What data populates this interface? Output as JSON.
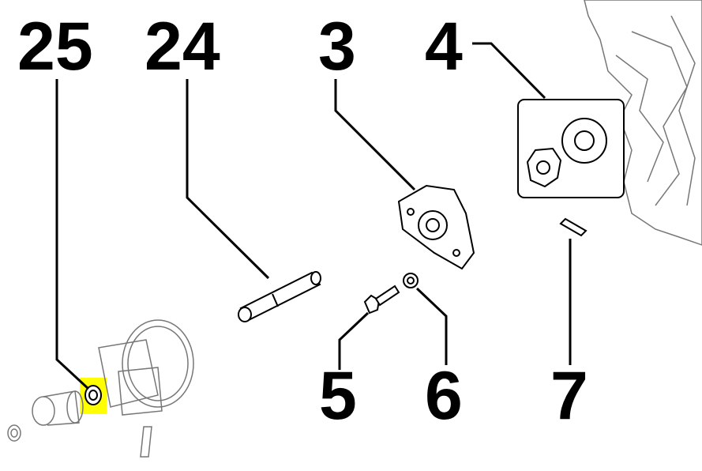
{
  "diagram": {
    "labels": {
      "p25": "25",
      "p24": "24",
      "p3": "3",
      "p4": "4",
      "p5": "5",
      "p6": "6",
      "p7": "7"
    },
    "highlight_color": "#ffff00"
  }
}
